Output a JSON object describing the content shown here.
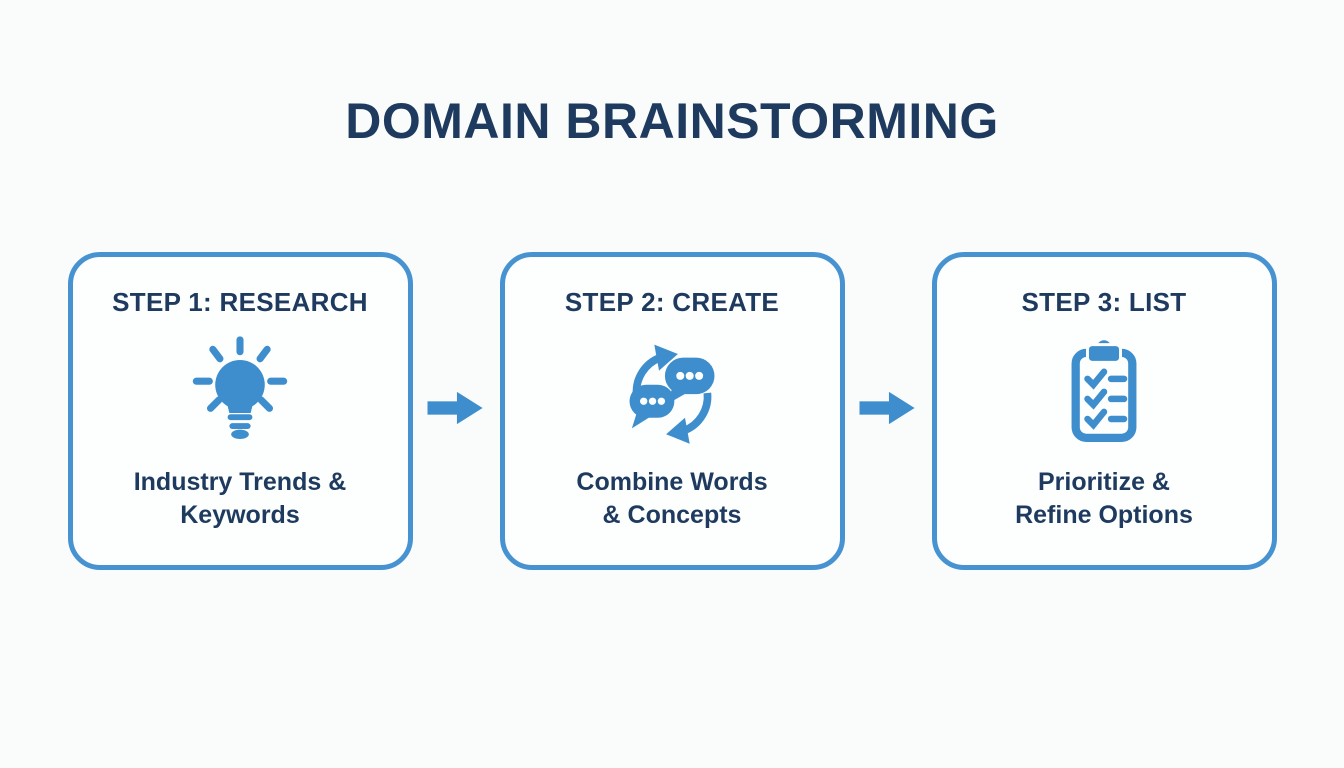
{
  "title": "DOMAIN BRAINSTORMING",
  "colors": {
    "accent_blue": "#3e8ecd",
    "border_blue": "#4793d1",
    "navy_text": "#1e3a5f",
    "background": "#fafbfb"
  },
  "steps": [
    {
      "heading": "STEP 1: RESEARCH",
      "icon": "lightbulb-icon",
      "caption": "Industry Trends &\nKeywords"
    },
    {
      "heading": "STEP 2: CREATE",
      "icon": "chat-bubbles-icon",
      "caption": "Combine Words\n& Concepts"
    },
    {
      "heading": "STEP 3: LIST",
      "icon": "clipboard-checklist-icon",
      "caption": "Prioritize &\nRefine Options"
    }
  ],
  "connectors": [
    {
      "icon": "right-arrow-icon"
    },
    {
      "icon": "right-arrow-icon"
    }
  ]
}
